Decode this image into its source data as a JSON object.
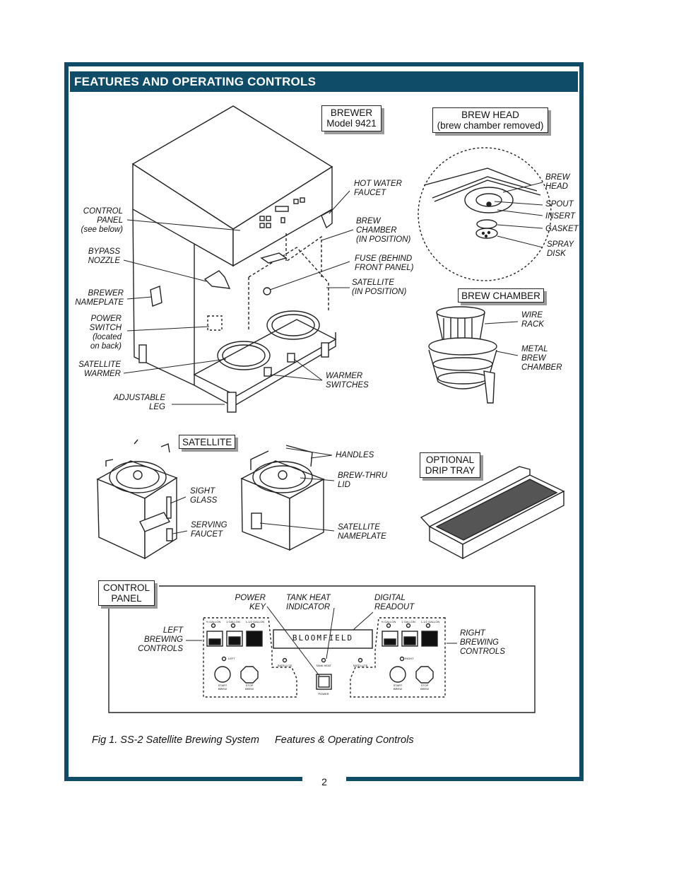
{
  "page": {
    "title": "FEATURES AND OPERATING CONTROLS",
    "page_number": "2"
  },
  "sections": {
    "brewer": "BREWER\nModel 9421",
    "brew_head": "BREW HEAD\n(brew chamber removed)",
    "brew_chamber": "BREW CHAMBER",
    "satellite": "SATELLITE",
    "drip_tray": "OPTIONAL\nDRIP TRAY",
    "control_panel": "CONTROL\nPANEL"
  },
  "brewer_labels": {
    "control_panel": "CONTROL\nPANEL\n(see below)",
    "bypass_nozzle": "BYPASS\nNOZZLE",
    "brewer_nameplate": "BREWER\nNAMEPLATE",
    "power_switch": "POWER\nSWITCH\n(located\non back)",
    "satellite_warmer": "SATELLITE\nWARMER",
    "adjustable_leg": "ADJUSTABLE\nLEG",
    "hot_water_faucet": "HOT WATER\nFAUCET",
    "brew_chamber_in_position": "BREW\nCHAMBER\n(IN POSITION)",
    "fuse": "FUSE (BEHIND\nFRONT PANEL)",
    "satellite_in_position": "SATELLITE\n(IN POSITION)",
    "warmer_switches": "WARMER\nSWITCHES"
  },
  "brew_head_labels": {
    "brew_head": "BREW\nHEAD",
    "spout": "SPOUT",
    "insert": "INSERT",
    "gasket": "GASKET",
    "spray_disk": "SPRAY\nDISK"
  },
  "brew_chamber_labels": {
    "wire_rack": "WIRE\nRACK",
    "metal_brew_chamber": "METAL\nBREW\nCHAMBER"
  },
  "satellite_labels": {
    "sight_glass": "SIGHT\nGLASS",
    "serving_faucet": "SERVING\nFAUCET",
    "handles": "HANDLES",
    "brew_thru_lid": "BREW-THRU\nLID",
    "satellite_nameplate": "SATELLITE\nNAMEPLATE"
  },
  "control_panel_labels": {
    "power_key": "POWER\nKEY",
    "tank_heat_indicator": "TANK HEAT\nINDICATOR",
    "digital_readout": "DIGITAL\nREADOUT",
    "left_brewing_controls": "LEFT\nBREWING\nCONTROLS",
    "right_brewing_controls": "RIGHT\nBREWING\nCONTROLS"
  },
  "panel": {
    "display_text": "BLOOMFIELD",
    "batch_sizes": [
      "½ GALLON",
      "1 GALLON",
      "1-1/2 GALLON"
    ],
    "left": "LEFT",
    "right": "RIGHT",
    "start": "START\nBREW",
    "stop": "STOP\nBREW",
    "satellite": "SATELLITE",
    "tank_heat": "TANK HEAT",
    "power": "POWER"
  },
  "caption": {
    "fig": "Fig 1.  SS-2 Satellite Brewing System",
    "desc": "Features & Operating Controls"
  }
}
